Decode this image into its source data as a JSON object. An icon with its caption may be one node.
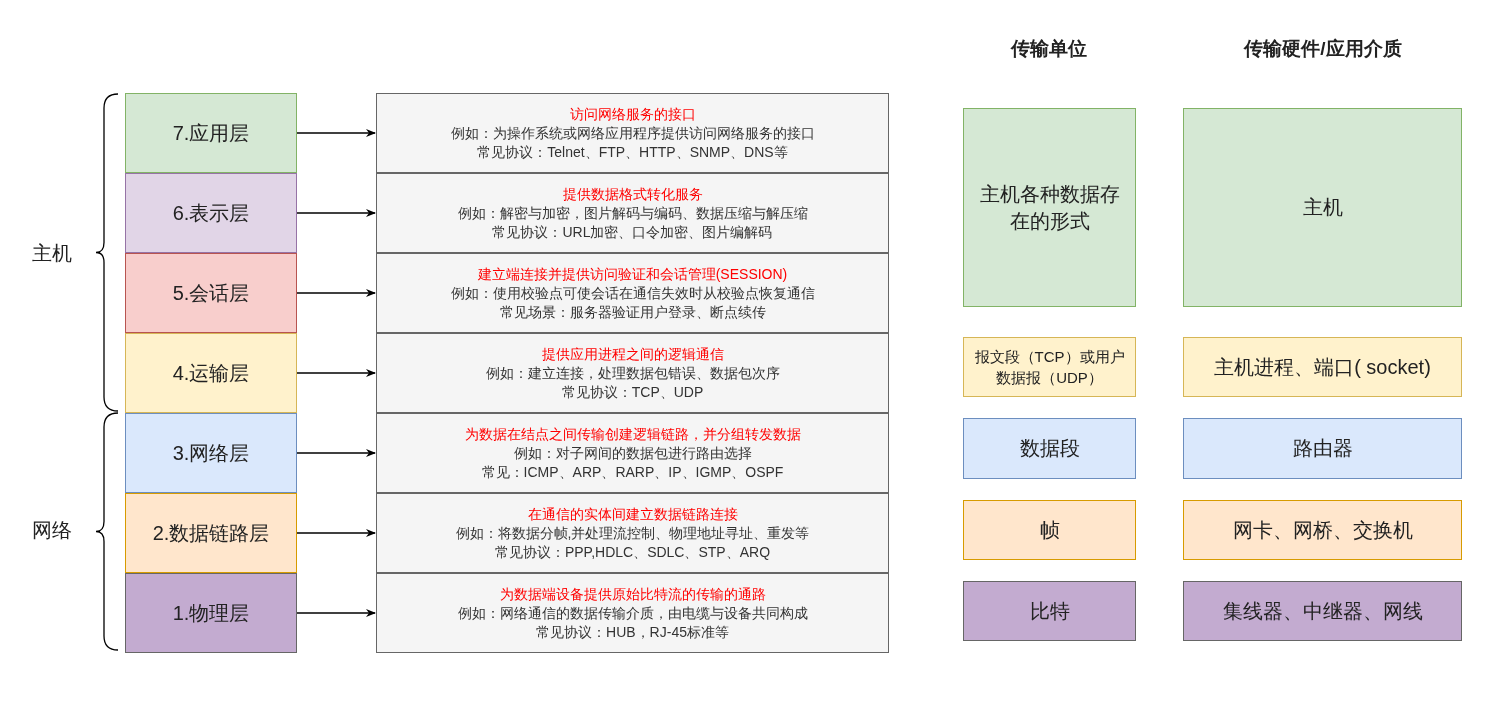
{
  "diagram": {
    "nodes": [
      {
        "text": [
          "7.应用层"
        ]
      },
      {
        "text": [
          "6.表示层"
        ]
      },
      {
        "text": [
          "5.会话层"
        ]
      },
      {
        "text": [
          "4.运输层"
        ]
      },
      {
        "text": [
          "3.网络层"
        ]
      },
      {
        "text": [
          "2.数据链路层"
        ]
      },
      {
        "text": [
          "1.物理层"
        ]
      },
      {
        "text": [
          "访问网络服务的接口",
          "例如：为操作系统或网络应用程序提供访问网络服务的接口",
          "常见协议：Telnet、FTP、HTTP、SNMP、DNS等"
        ]
      },
      {
        "text": [
          "提供数据格式转化服务",
          "例如：解密与加密，图片解码与编码、数据压缩与解压缩",
          "常见协议：URL加密、口令加密、图片编解码"
        ]
      },
      {
        "text": [
          "建立端连接并提供访问验证和会话管理(SESSION)",
          "例如：使用校验点可使会话在通信失效时从校验点恢复通信",
          "常见场景：服务器验证用户登录、断点续传"
        ]
      },
      {
        "text": [
          "提供应用进程之间的逻辑通信",
          "例如：建立连接，处理数据包错误、数据包次序",
          "常见协议：TCP、UDP"
        ]
      },
      {
        "text": [
          "为数据在结点之间传输创建逻辑链路，并分组转发数据",
          "例如：对子网间的数据包进行路由选择",
          "常见：ICMP、ARP、RARP、IP、IGMP、OSPF"
        ]
      },
      {
        "text": [
          "在通信的实体间建立数据链路连接",
          "例如：将数据分帧,并处理流控制、物理地址寻址、重发等",
          "常见协议：PPP,HDLC、SDLC、STP、ARQ"
        ]
      },
      {
        "text": [
          "为数据端设备提供原始比特流的传输的通路",
          "例如：网络通信的数据传输介质，由电缆与设备共同构成",
          "常见协议：HUB，RJ-45标准等"
        ]
      },
      {
        "text": [
          "主机各种数据存在的形式"
        ]
      },
      {
        "text": [
          "主机"
        ]
      },
      {
        "text": [
          "报文段（TCP）或用户数据报（UDP）"
        ]
      },
      {
        "text": [
          "主机进程、端口( socket)"
        ]
      },
      {
        "text": [
          "数据段"
        ]
      },
      {
        "text": [
          "路由器"
        ]
      },
      {
        "text": [
          "帧"
        ]
      },
      {
        "text": [
          "网卡、网桥、交换机"
        ]
      },
      {
        "text": [
          "比特"
        ]
      },
      {
        "text": [
          "集线器、中继器、网线"
        ]
      }
    ],
    "edges": [
      {
        "from": 0,
        "to": 7,
        "arrow": "to"
      },
      {
        "from": 1,
        "to": 8,
        "arrow": "to"
      },
      {
        "from": 2,
        "to": 9,
        "arrow": "to"
      },
      {
        "from": 3,
        "to": 10,
        "arrow": "to"
      },
      {
        "from": 4,
        "to": 11,
        "arrow": "to"
      },
      {
        "from": 5,
        "to": 12,
        "arrow": "to"
      },
      {
        "from": 6,
        "to": 13,
        "arrow": "to"
      }
    ],
    "labels": [
      "传输单位",
      "传输硬件/应用介质",
      "主机",
      "网络"
    ]
  }
}
